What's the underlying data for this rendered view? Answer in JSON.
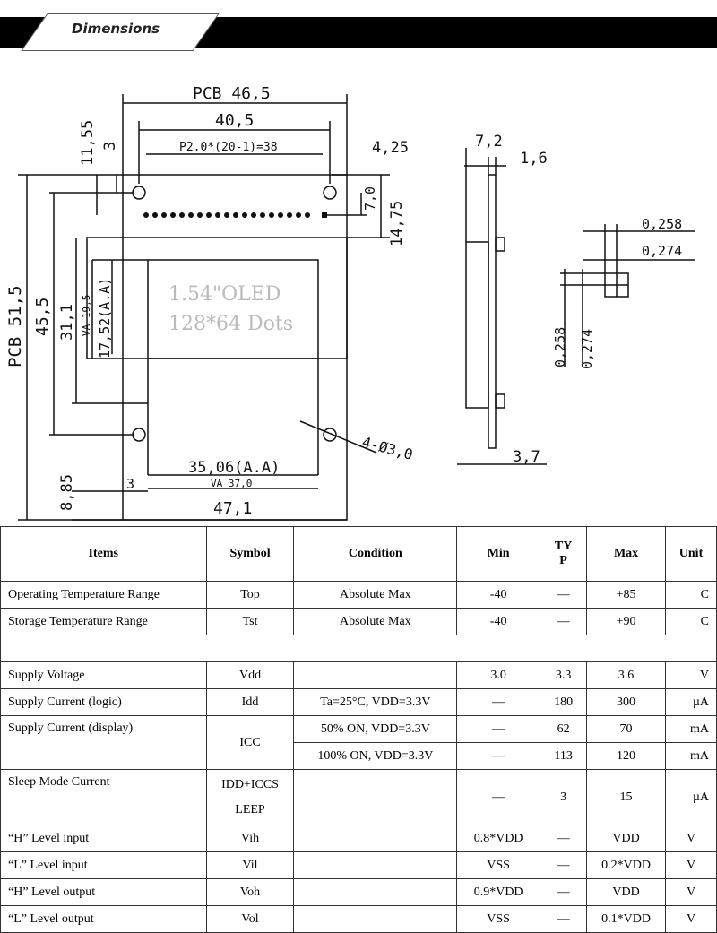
{
  "header": {
    "title": "Dimensions"
  },
  "drawing": {
    "pcb_w": "PCB 46,5",
    "w405": "40,5",
    "pitch": "P2.0*(20-1)=38",
    "d1155": "11,55",
    "d3a": "3",
    "d425": "4,25",
    "d70": "7,0",
    "d1475": "14,75",
    "pcb_h": "PCB 51,5",
    "d455": "45,5",
    "d311": "31,1",
    "va195": "VA 19,5",
    "d1752": "17,52(A.A)",
    "oled1": "1.54\"OLED",
    "oled2": "128*64 Dots",
    "holes": "4-Ø3,0",
    "d3506": "35,06(A.A)",
    "va370": "VA 37,0",
    "d3b": "3",
    "d885": "8,85",
    "d471": "47,1",
    "d72": "7,2",
    "d16": "1,6",
    "d37": "3,7",
    "p258a": "0,258",
    "p274a": "0,274",
    "p258b": "0,258",
    "p274b": "0,274"
  },
  "table": {
    "headers": [
      "Items",
      "Symbol",
      "Condition",
      "Min",
      "TY P",
      "Max",
      "Unit"
    ],
    "rows": [
      [
        "Operating Temperature Range",
        "Top",
        "Absolute Max",
        "-40",
        "—",
        "+85",
        "C"
      ],
      [
        "Storage Temperature Range",
        "Tst",
        "Absolute Max",
        "-40",
        "—",
        "+90",
        "C"
      ],
      [
        "Supply Voltage",
        "Vdd",
        "",
        "3.0",
        "3.3",
        "3.6",
        "V"
      ],
      [
        "Supply Current (logic)",
        "Idd",
        "Ta=25°C, VDD=3.3V",
        "—",
        "180",
        "300",
        "µA"
      ],
      [
        "Supply Current (display)",
        "ICC",
        "50% ON, VDD=3.3V",
        "—",
        "62",
        "70",
        "mA"
      ],
      [
        "",
        "",
        "100% ON, VDD=3.3V",
        "—",
        "113",
        "120",
        "mA"
      ],
      [
        "Sleep Mode Current",
        "IDD+ICCS LEEP",
        "",
        "—",
        "3",
        "15",
        "µA"
      ],
      [
        "“H” Level input",
        "Vih",
        "",
        "0.8*VDD",
        "—",
        "VDD",
        "V"
      ],
      [
        "“L” Level input",
        "Vil",
        "",
        "VSS",
        "—",
        "0.2*VDD",
        "V"
      ],
      [
        "“H” Level output",
        "Voh",
        "",
        "0.9*VDD",
        "—",
        "VDD",
        "V"
      ],
      [
        "“L” Level output",
        "Vol",
        "",
        "VSS",
        "—",
        "0.1*VDD",
        "V"
      ]
    ]
  }
}
